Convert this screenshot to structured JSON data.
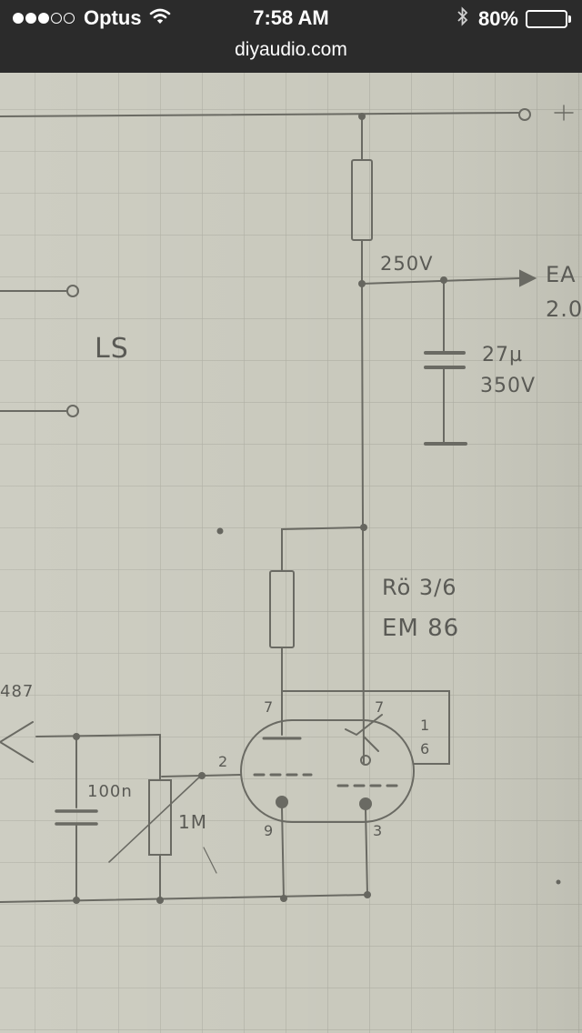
{
  "status_bar": {
    "carrier": "Optus",
    "signal_dots_filled": 3,
    "signal_dots_total": 5,
    "time": "7:58 AM",
    "battery_percent": "80%",
    "battery_level": 0.8,
    "icons": [
      "wifi-icon",
      "bluetooth-icon",
      "battery-icon"
    ]
  },
  "browser": {
    "url": "diyaudio.com"
  },
  "schematic": {
    "labels": {
      "voltage_top": "250V",
      "output_label_1": "EA",
      "output_label_2": "2.0",
      "ls": "LS",
      "cap_value": "27µ",
      "cap_voltage": "350V",
      "tube_code_1": "Rö 3/6",
      "tube_code_2": "EM 86",
      "pot_value": "1M",
      "cap2_value": "100n",
      "left_fragment": "487",
      "pin_a": "7",
      "pin_b": "7",
      "pin_c": "1",
      "pin_d": "6",
      "pin_e": "9",
      "pin_f": "3",
      "pin_g": "2"
    }
  },
  "colors": {
    "status_bg": "#2b2b2b",
    "paper": "#cbcbbe",
    "ink": "#5a5a55"
  }
}
